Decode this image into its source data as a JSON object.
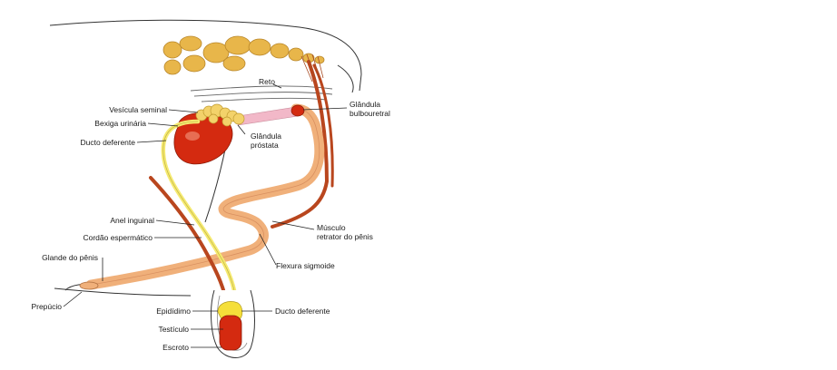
{
  "labels": {
    "reto": "Reto",
    "glandula_bulbouretral": [
      "Glândula",
      "bulbouretral"
    ],
    "vesicula_seminal": "Vesícula seminal",
    "bexiga_urinaria": "Bexiga urinária",
    "ducto_deferente_top": "Ducto deferente",
    "glandula_prostata": [
      "Glândula",
      "próstata"
    ],
    "anel_inguinal": "Anel inguinal",
    "cordao_espermatico": "Cordão espermático",
    "musculo_retrator": [
      "Músculo",
      "retrator do pênis"
    ],
    "glande_do_penis": "Glande do pênis",
    "flexura_sigmoide": "Flexura sigmoide",
    "prepucio": "Prepúcio",
    "epididimo": "Epidídimo",
    "ducto_deferente_bottom": "Ducto deferente",
    "testiculo": "Testículo",
    "escroto": "Escroto"
  },
  "colors": {
    "bone": "#e8b64a",
    "bone_outline": "#b8862a",
    "penis": "#f0b07a",
    "bladder": "#d42a10",
    "vesicle": "#f3d26a",
    "duct": "#f5ea70",
    "muscle": "#b9461e",
    "urethra_pink": "#f2b8c8",
    "testis": "#d42a10",
    "epididymis": "#f5df3a"
  }
}
